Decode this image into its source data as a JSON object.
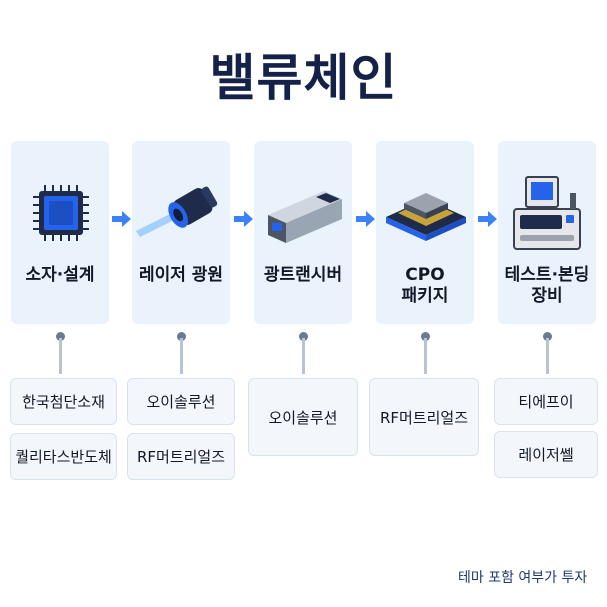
{
  "title": "밸류체인",
  "stages": [
    {
      "label": "소자·설계",
      "icon": "chip-icon",
      "companies": [
        "한국첨단소재",
        "퀄리타스반도체"
      ]
    },
    {
      "label": "레이저 광원",
      "icon": "laser-icon",
      "companies": [
        "오이솔루션",
        "RF머트리얼즈"
      ]
    },
    {
      "label": "광트랜시버",
      "icon": "transceiver-icon",
      "companies": [
        "오이솔루션"
      ]
    },
    {
      "label": "CPO\n패키지",
      "icon": "package-icon",
      "companies": [
        "RF머트리얼즈"
      ]
    },
    {
      "label": "테스트·본딩\n장비",
      "icon": "test-equipment-icon",
      "companies": [
        "티에프이",
        "레이저쎌"
      ]
    }
  ],
  "footer": "테마 포함 여부가 투자"
}
